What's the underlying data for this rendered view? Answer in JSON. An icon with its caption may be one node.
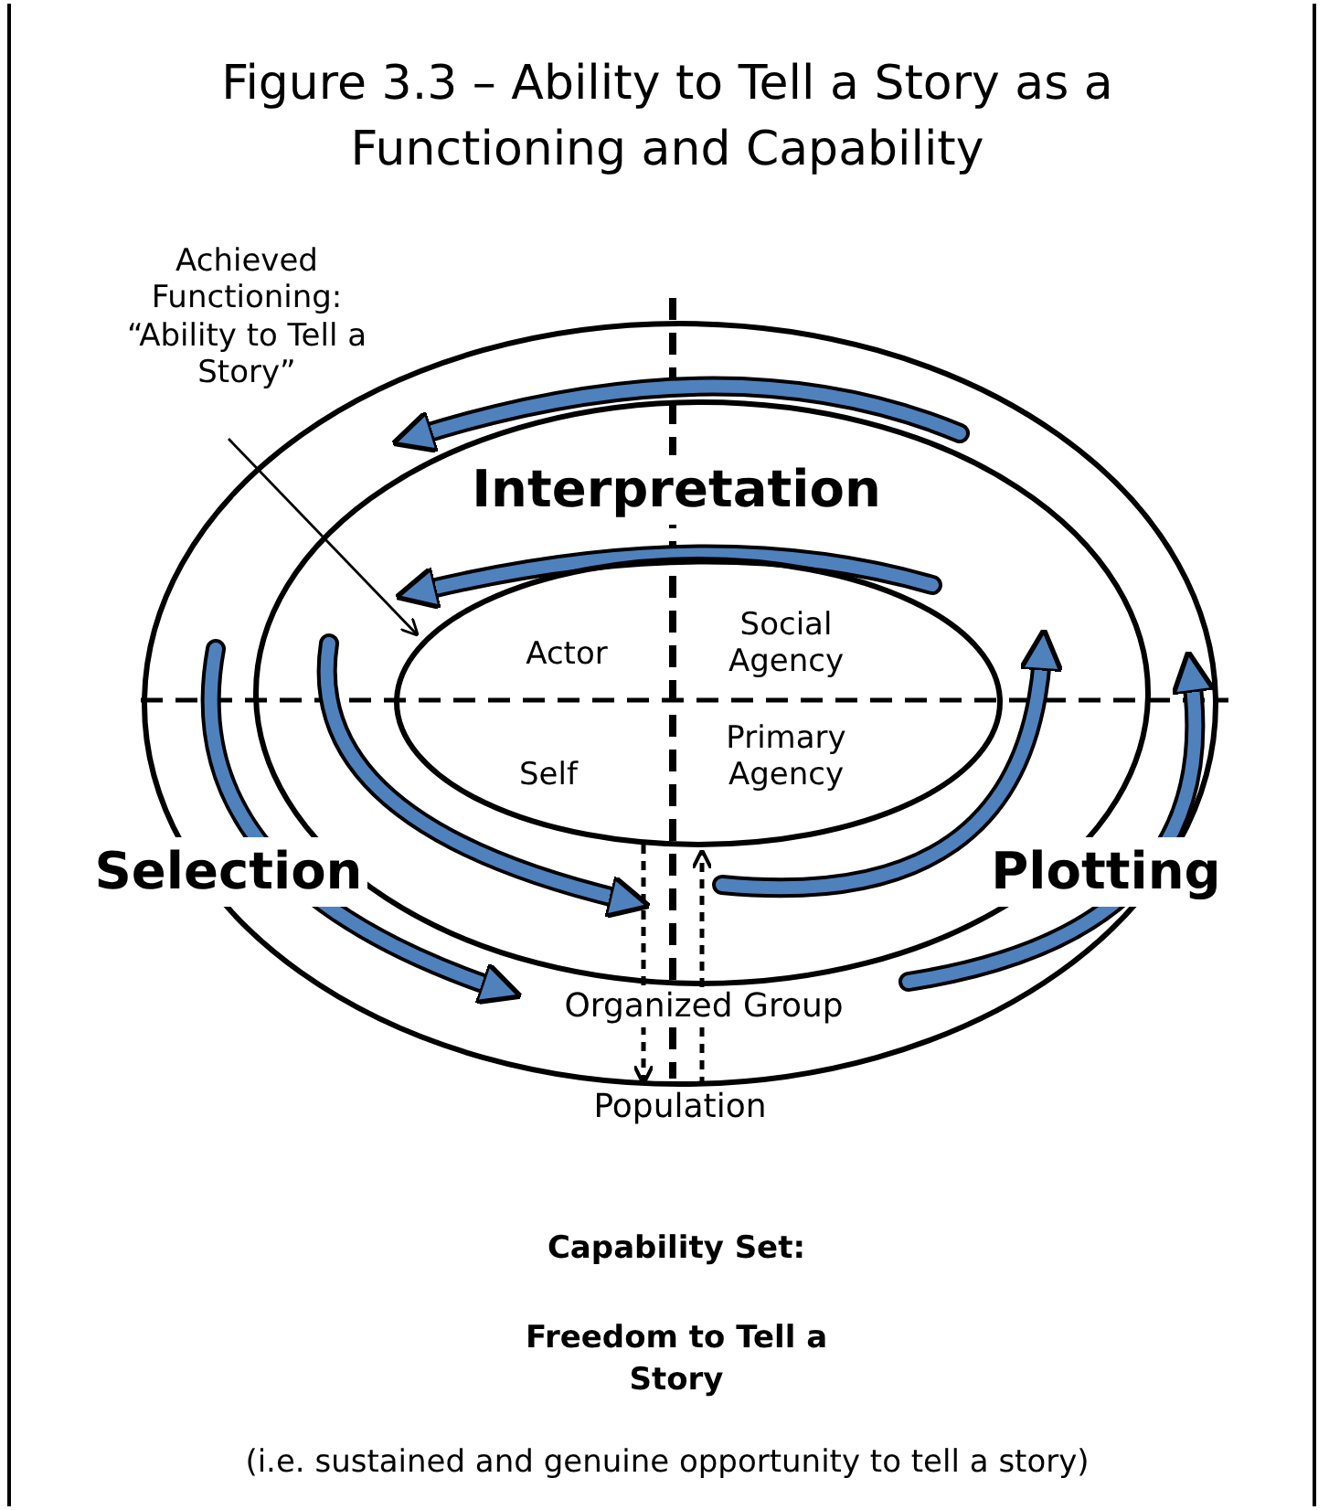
{
  "diagram": {
    "title": "Figure 3.3 – Ability to Tell a Story as a Functioning and Capability",
    "nodes": [
      {
        "text": [
          "Population"
        ]
      },
      {
        "text": [
          "Organized Group"
        ],
        "in": 0
      },
      {
        "text": [
          "Actor",
          "Social Agency",
          "Self",
          "Primary Agency"
        ],
        "in": 1
      },
      {
        "text": [
          "Achieved Functioning: “Ability to Tell a Story”"
        ]
      }
    ],
    "edges": [
      {
        "from": 3,
        "to": 2,
        "arrow": "to"
      },
      {
        "from": 2,
        "to": 0,
        "arrow": "to",
        "style": "dashed"
      },
      {
        "from": 0,
        "to": 2,
        "arrow": "to",
        "style": "dashed"
      }
    ],
    "labels": [
      "Interpretation",
      "Selection",
      "Plotting",
      "Capability Set:",
      "Freedom to Tell a Story",
      "(i.e. sustained and genuine opportunity to tell a story)"
    ]
  }
}
